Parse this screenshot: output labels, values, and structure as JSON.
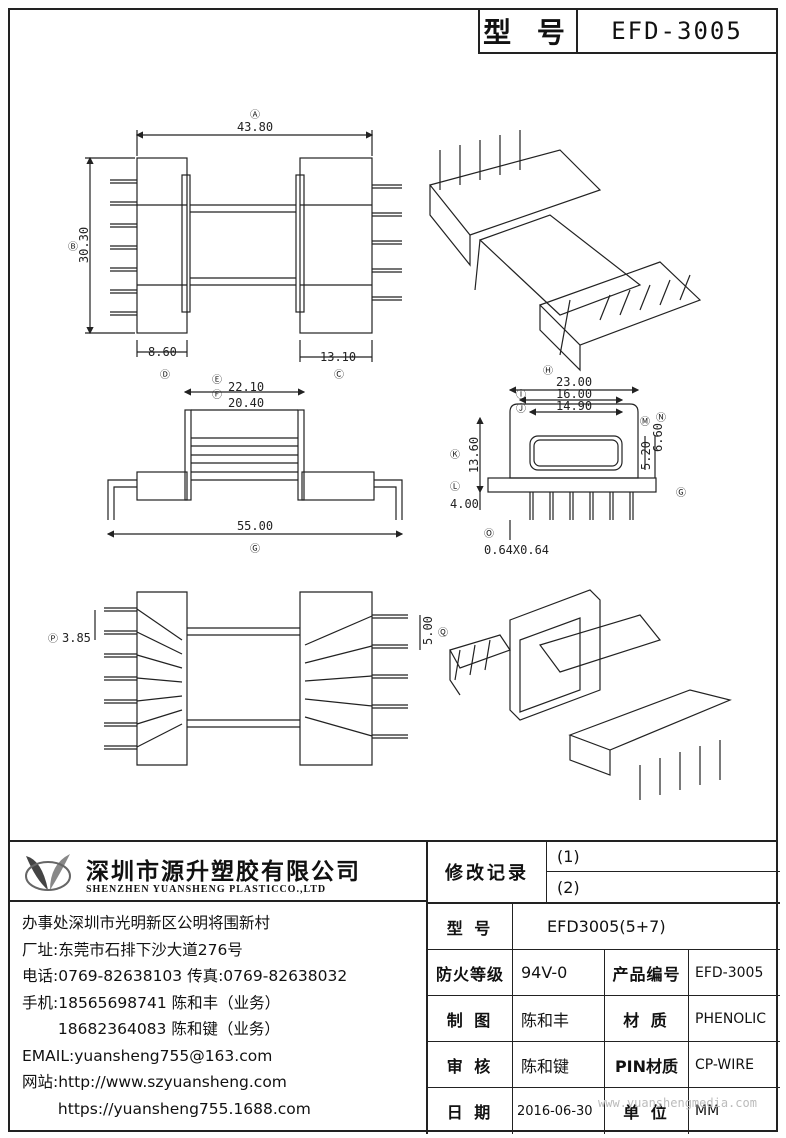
{
  "header": {
    "model_label": "型 号",
    "model_value": "EFD-3005"
  },
  "dimensions": {
    "A": "Ⓐ",
    "A_value": "43.80",
    "B": "Ⓑ",
    "B_value": "30.30",
    "D": "Ⓓ",
    "D_value": "8.60",
    "C": "Ⓒ",
    "C_value": "13.10",
    "E": "Ⓔ",
    "E_value": "22.10",
    "F": "Ⓕ",
    "F_value": "20.40",
    "G": "Ⓖ",
    "G_value": "55.00",
    "H": "Ⓗ",
    "H_value": "23.00",
    "I": "Ⓘ",
    "I_value": "16.00",
    "J": "Ⓙ",
    "J_value": "14.90",
    "K": "Ⓚ",
    "K_value": "13.60",
    "L": "Ⓛ",
    "L_value": "4.00",
    "M": "Ⓜ",
    "M_value": "5.20",
    "N": "Ⓝ",
    "N_value": "6.60",
    "O": "Ⓞ",
    "O_value": "0.64X0.64",
    "P": "Ⓟ",
    "P_value": "3.85",
    "Q": "Ⓠ",
    "Q_value": "5.00",
    "G2": "Ⓖ"
  },
  "company": {
    "name_cn": "深圳市源升塑胶有限公司",
    "name_en": "SHENZHEN YUANSHENG PLASTICCO.,LTD"
  },
  "contact": [
    "办事处深圳市光明新区公明将围新村",
    "厂址:东莞市石排下沙大道276号",
    "电话:0769-82638103 传真:0769-82638032",
    "手机:18565698741 陈和丰（业务）",
    "　　 18682364083 陈和键（业务）",
    "EMAIL:yuansheng755@163.com",
    "网站:http://www.szyuansheng.com",
    "　　 https://yuansheng755.1688.com"
  ],
  "table": {
    "revision_label": "修改记录",
    "rev1": "(1)",
    "rev2": "(2)",
    "model_label": "型 号",
    "model_value": "EFD3005(5+7)",
    "fire_label": "防火等级",
    "fire_value": "94V-0",
    "product_no_label": "产品编号",
    "product_no_value": "EFD-3005",
    "drawn_label": "制 图",
    "drawn_value": "陈和丰",
    "material_label": "材 质",
    "material_value": "PHENOLIC",
    "check_label": "审 核",
    "check_value": "陈和键",
    "pin_label": "PIN材质",
    "pin_value": "CP-WIRE",
    "date_label": "日 期",
    "date_value": "2016-06-30",
    "unit_label": "单 位",
    "unit_value": "MM"
  },
  "watermark": "www.yuanshengmedia.com"
}
